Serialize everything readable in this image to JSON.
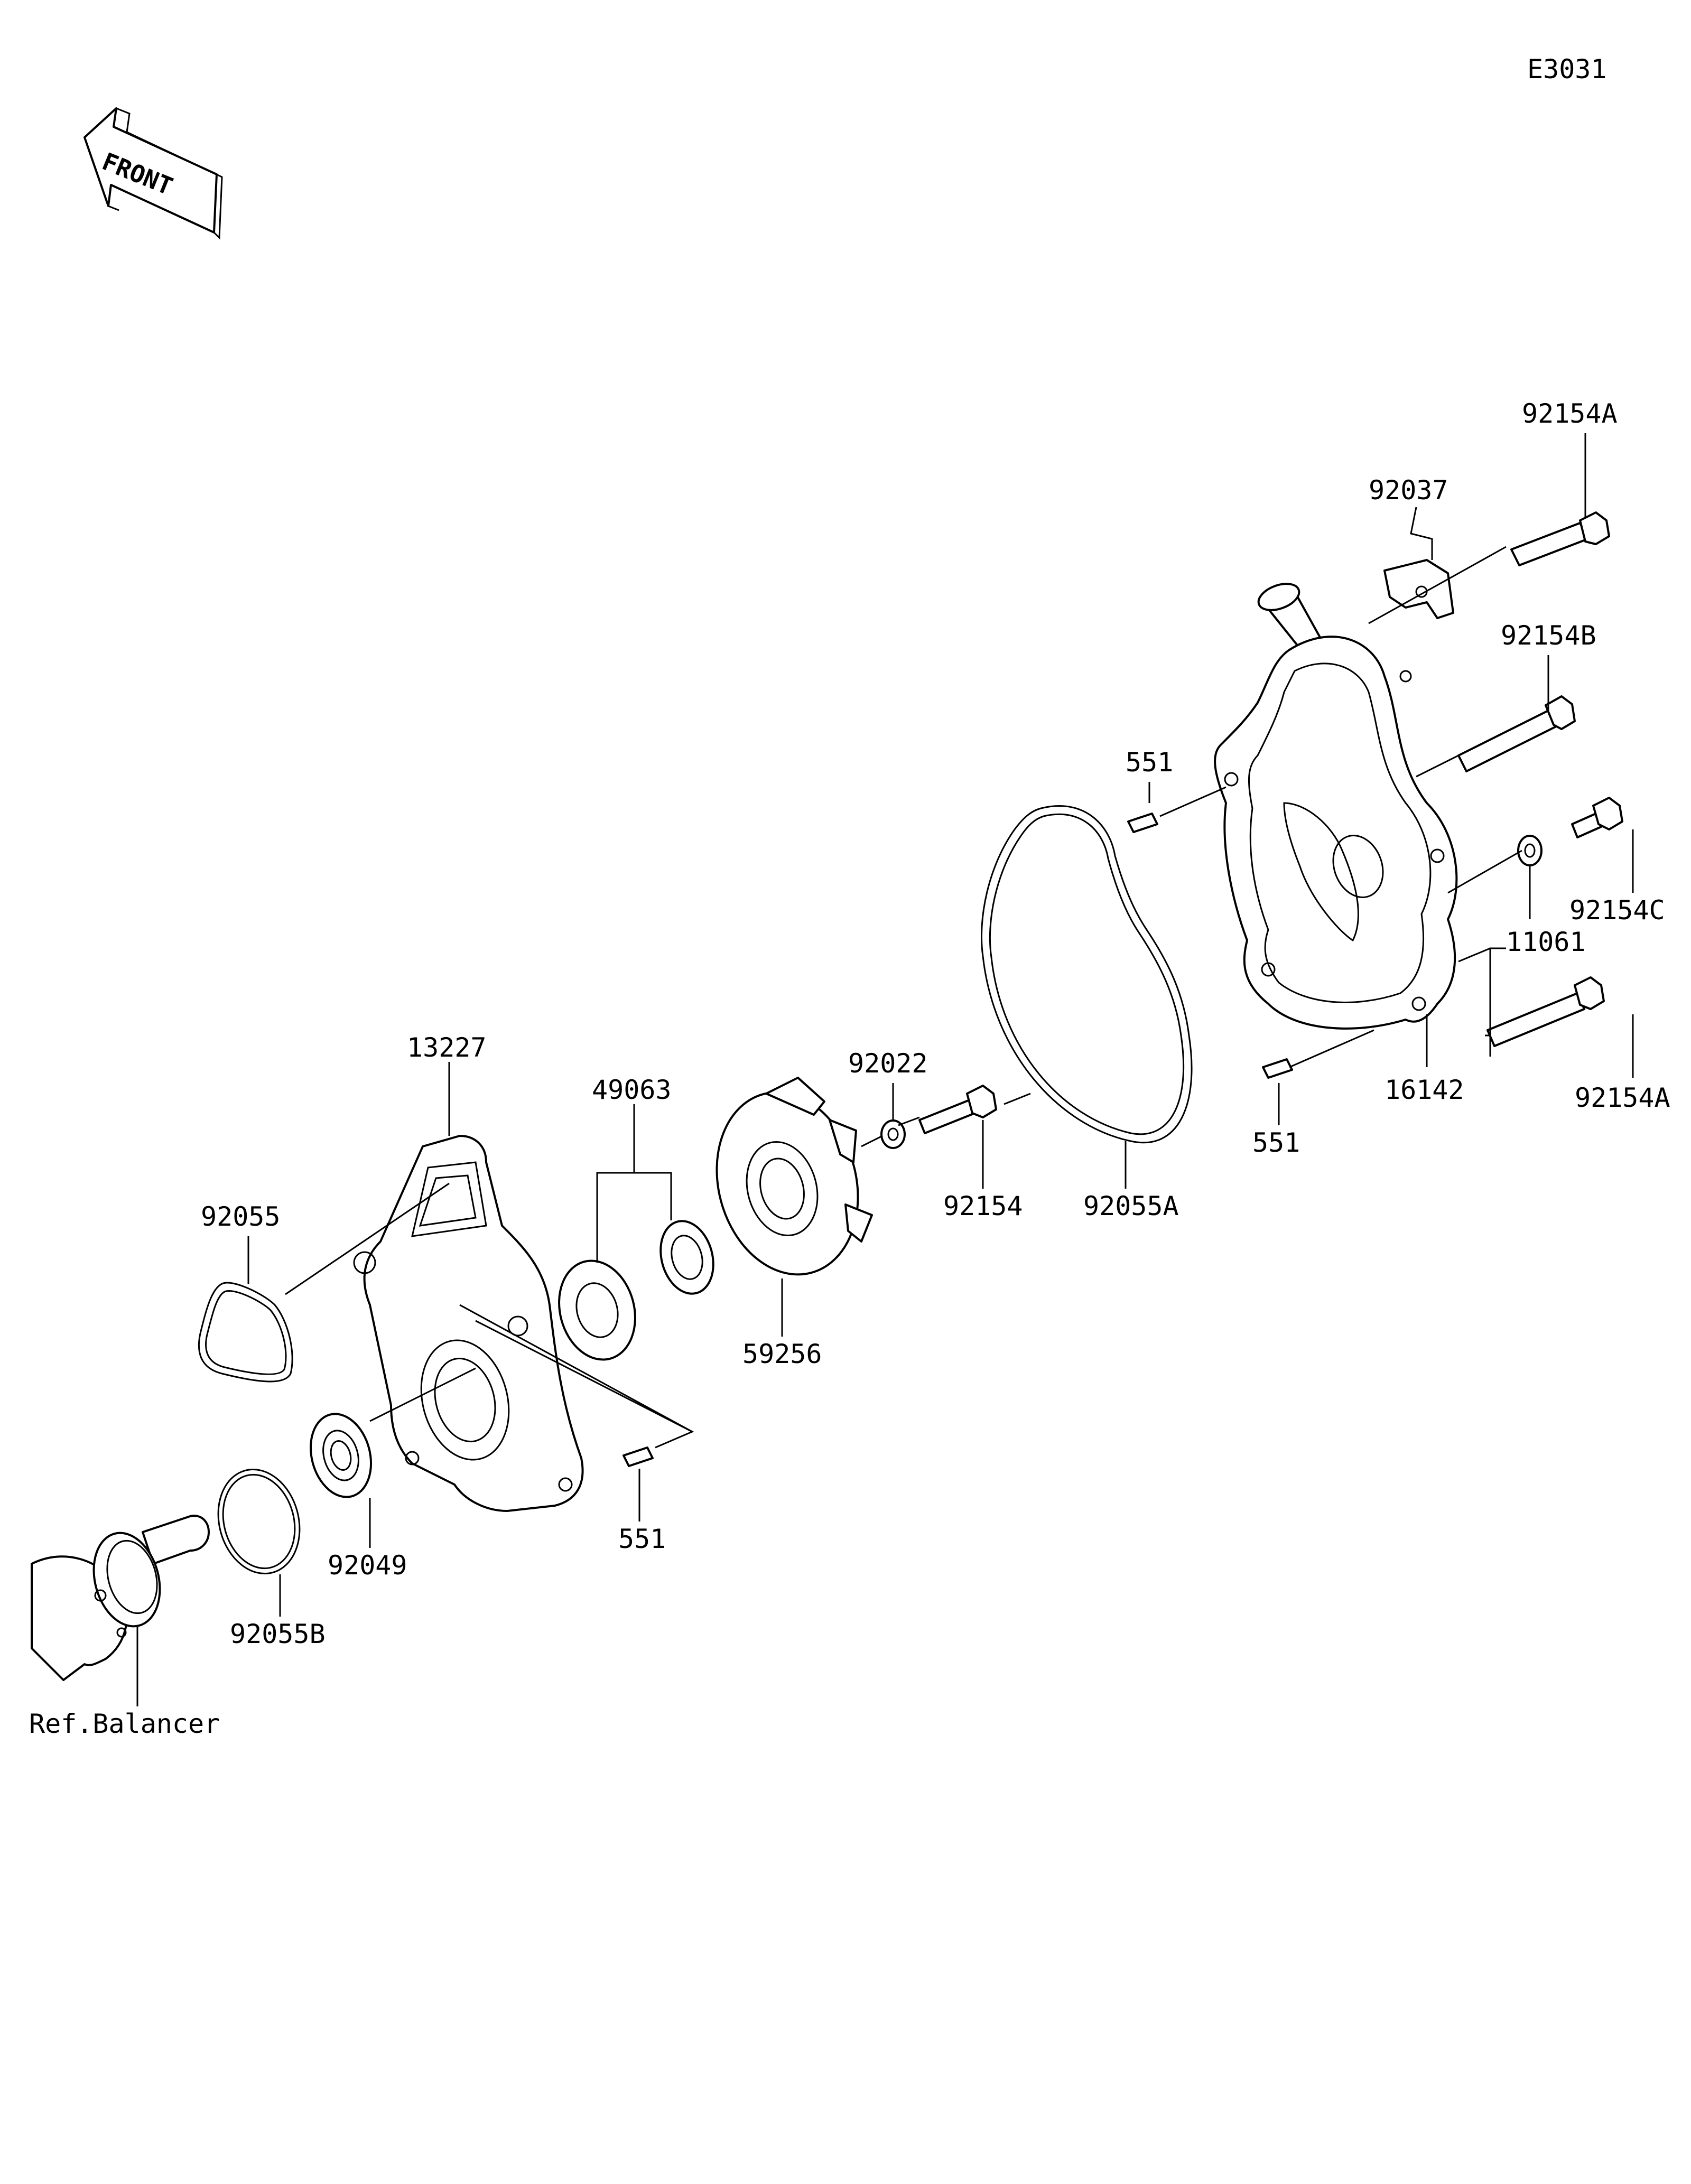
{
  "diagram_code": "E3031",
  "front_label": "FRONT",
  "reference_label": "Ref.Balancer",
  "callouts": {
    "p92154A_top": "92154A",
    "p92037": "92037",
    "p92154B": "92154B",
    "p551_top": "551",
    "p92154C": "92154C",
    "p11061": "11061",
    "p92154A_bottom": "92154A",
    "p16142": "16142",
    "p551_right": "551",
    "p92022": "92022",
    "p92154": "92154",
    "p92055A": "92055A",
    "p13227": "13227",
    "p49063": "49063",
    "p92055": "92055",
    "p59256": "59256",
    "p551_left": "551",
    "p92049": "92049",
    "p92055B": "92055B"
  }
}
